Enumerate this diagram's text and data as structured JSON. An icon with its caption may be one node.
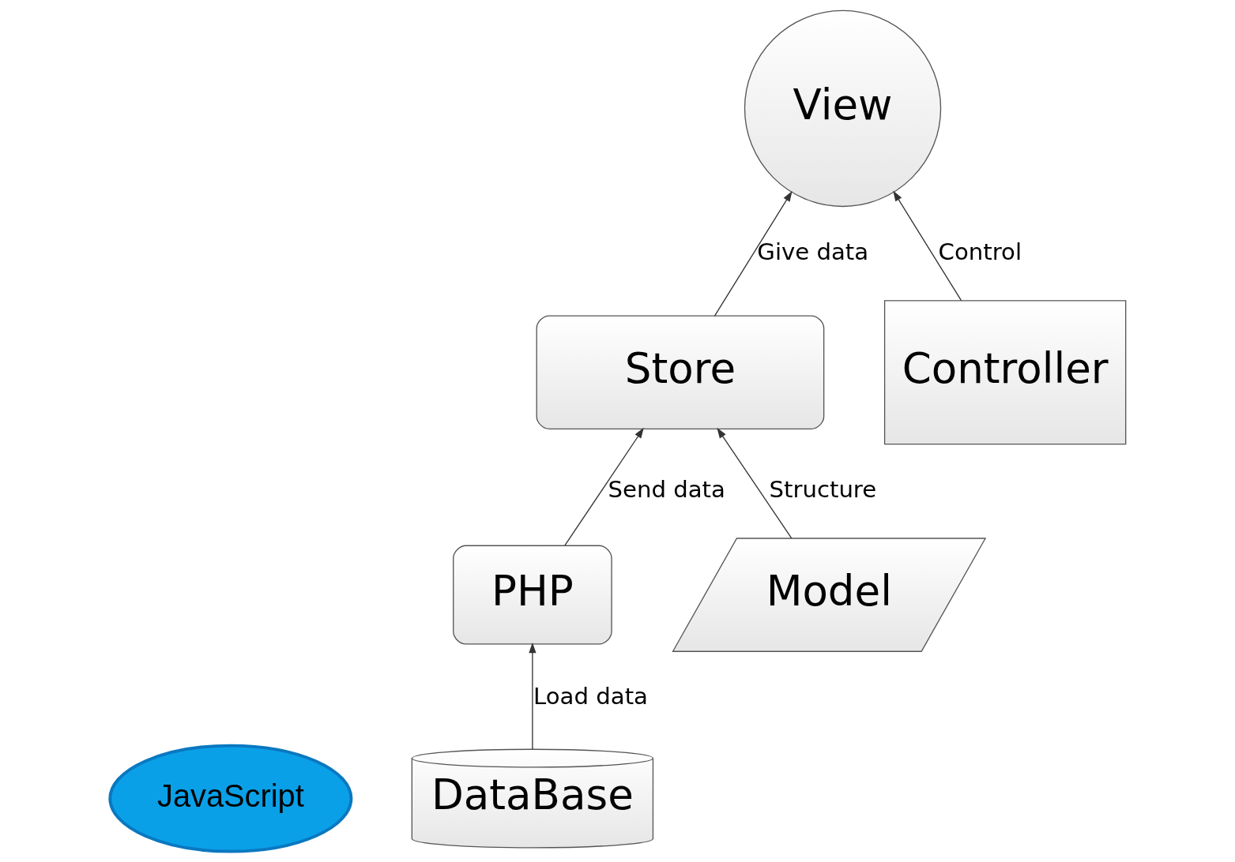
{
  "diagram": {
    "nodes": [
      {
        "text": [
          "JavaScript"
        ]
      },
      {
        "text": [
          "View"
        ]
      },
      {
        "text": [
          "Store"
        ]
      },
      {
        "text": [
          "Controller"
        ]
      },
      {
        "text": [
          "PHP"
        ]
      },
      {
        "text": [
          "Model"
        ]
      },
      {
        "text": [
          "DataBase"
        ]
      }
    ],
    "edges": [
      {
        "from": 2,
        "to": 1,
        "arrow": "to",
        "label": "Give data"
      },
      {
        "from": 3,
        "to": 1,
        "arrow": "to",
        "label": "Control"
      },
      {
        "from": 4,
        "to": 2,
        "arrow": "to",
        "label": "Send data"
      },
      {
        "from": 5,
        "to": 2,
        "arrow": "to",
        "label": "Structure"
      },
      {
        "from": 6,
        "to": 4,
        "arrow": "to",
        "label": "Load data"
      }
    ]
  }
}
